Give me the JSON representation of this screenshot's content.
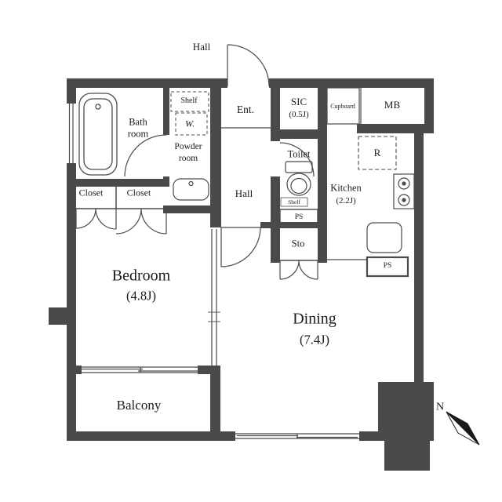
{
  "colors": {
    "wall": "#4a4a4a",
    "line": "#4a4a4a",
    "background": "#ffffff",
    "text": "#1c1c1c"
  },
  "labels": {
    "corridor_hall": "Hall",
    "entrance": "Ent.",
    "sic_name": "SIC",
    "sic_size": "(0.5J)",
    "cupboard": "Cupboard",
    "meter_box": "MB",
    "shelf_upper": "Shelf",
    "washer": "W.",
    "bathroom_line1": "Bath",
    "bathroom_line2": "room",
    "powder_line1": "Powder",
    "powder_line2": "room",
    "toilet": "Toilet",
    "hall_inner": "Hall",
    "toilet_shelf": "Shelf",
    "ps_upper": "PS",
    "storage": "Sto",
    "kitchen_name": "Kitchen",
    "kitchen_size": "(2.2J)",
    "refrigerator": "R",
    "closet_left": "Closet",
    "closet_right": "Closet",
    "bedroom_name": "Bedroom",
    "bedroom_size": "(4.8J)",
    "dining_name": "Dining",
    "dining_size": "(7.4J)",
    "balcony": "Balcony",
    "ps_lower": "PS",
    "compass_north": "N"
  }
}
